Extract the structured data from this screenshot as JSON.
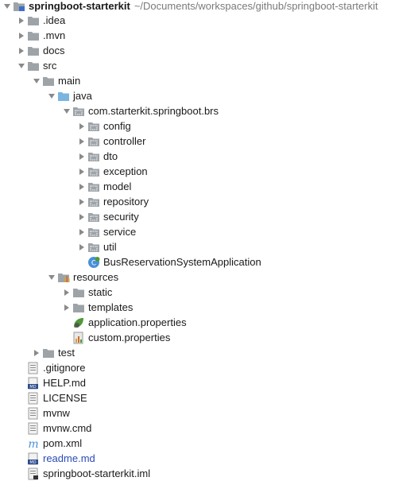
{
  "project": {
    "name": "springboot-starterkit",
    "path": "~/Documents/workspaces/github/springboot-starterkit"
  },
  "colors": {
    "folder_gray": "#9ea3a8",
    "folder_blue": "#7ab4e0",
    "folder_dark": "#6e7378",
    "arrow": "#8a8a8a",
    "link_blue": "#2a4bb8",
    "spring_green": "#4e9a35"
  },
  "tree": [
    {
      "label": ".idea",
      "icon": "folder-icon",
      "expanded": false
    },
    {
      "label": ".mvn",
      "icon": "folder-icon",
      "expanded": false
    },
    {
      "label": "docs",
      "icon": "folder-icon",
      "expanded": false
    },
    {
      "label": "src",
      "icon": "folder-icon",
      "expanded": true
    },
    {
      "label": "main",
      "icon": "folder-icon",
      "expanded": true
    },
    {
      "label": "java",
      "icon": "source-folder-icon",
      "expanded": true
    },
    {
      "label": "com.starterkit.springboot.brs",
      "icon": "package-icon",
      "expanded": true
    },
    {
      "label": "config",
      "icon": "package-icon",
      "expanded": false
    },
    {
      "label": "controller",
      "icon": "package-icon",
      "expanded": false
    },
    {
      "label": "dto",
      "icon": "package-icon",
      "expanded": false
    },
    {
      "label": "exception",
      "icon": "package-icon",
      "expanded": false
    },
    {
      "label": "model",
      "icon": "package-icon",
      "expanded": false
    },
    {
      "label": "repository",
      "icon": "package-icon",
      "expanded": false
    },
    {
      "label": "security",
      "icon": "package-icon",
      "expanded": false
    },
    {
      "label": "service",
      "icon": "package-icon",
      "expanded": false
    },
    {
      "label": "util",
      "icon": "package-icon",
      "expanded": false
    },
    {
      "label": "BusReservationSystemApplication",
      "icon": "spring-boot-class-icon"
    },
    {
      "label": "resources",
      "icon": "resources-folder-icon",
      "expanded": true
    },
    {
      "label": "static",
      "icon": "folder-icon",
      "expanded": false
    },
    {
      "label": "templates",
      "icon": "folder-icon",
      "expanded": false
    },
    {
      "label": "application.properties",
      "icon": "spring-properties-icon"
    },
    {
      "label": "custom.properties",
      "icon": "properties-file-icon"
    },
    {
      "label": "test",
      "icon": "folder-icon",
      "expanded": false
    },
    {
      "label": ".gitignore",
      "icon": "text-file-icon"
    },
    {
      "label": "HELP.md",
      "icon": "markdown-file-icon"
    },
    {
      "label": "LICENSE",
      "icon": "text-file-icon"
    },
    {
      "label": "mvnw",
      "icon": "text-file-icon"
    },
    {
      "label": "mvnw.cmd",
      "icon": "text-file-icon"
    },
    {
      "label": "pom.xml",
      "icon": "maven-icon"
    },
    {
      "label": "readme.md",
      "icon": "markdown-file-icon",
      "modified": true
    },
    {
      "label": "springboot-starterkit.iml",
      "icon": "iml-file-icon"
    }
  ]
}
